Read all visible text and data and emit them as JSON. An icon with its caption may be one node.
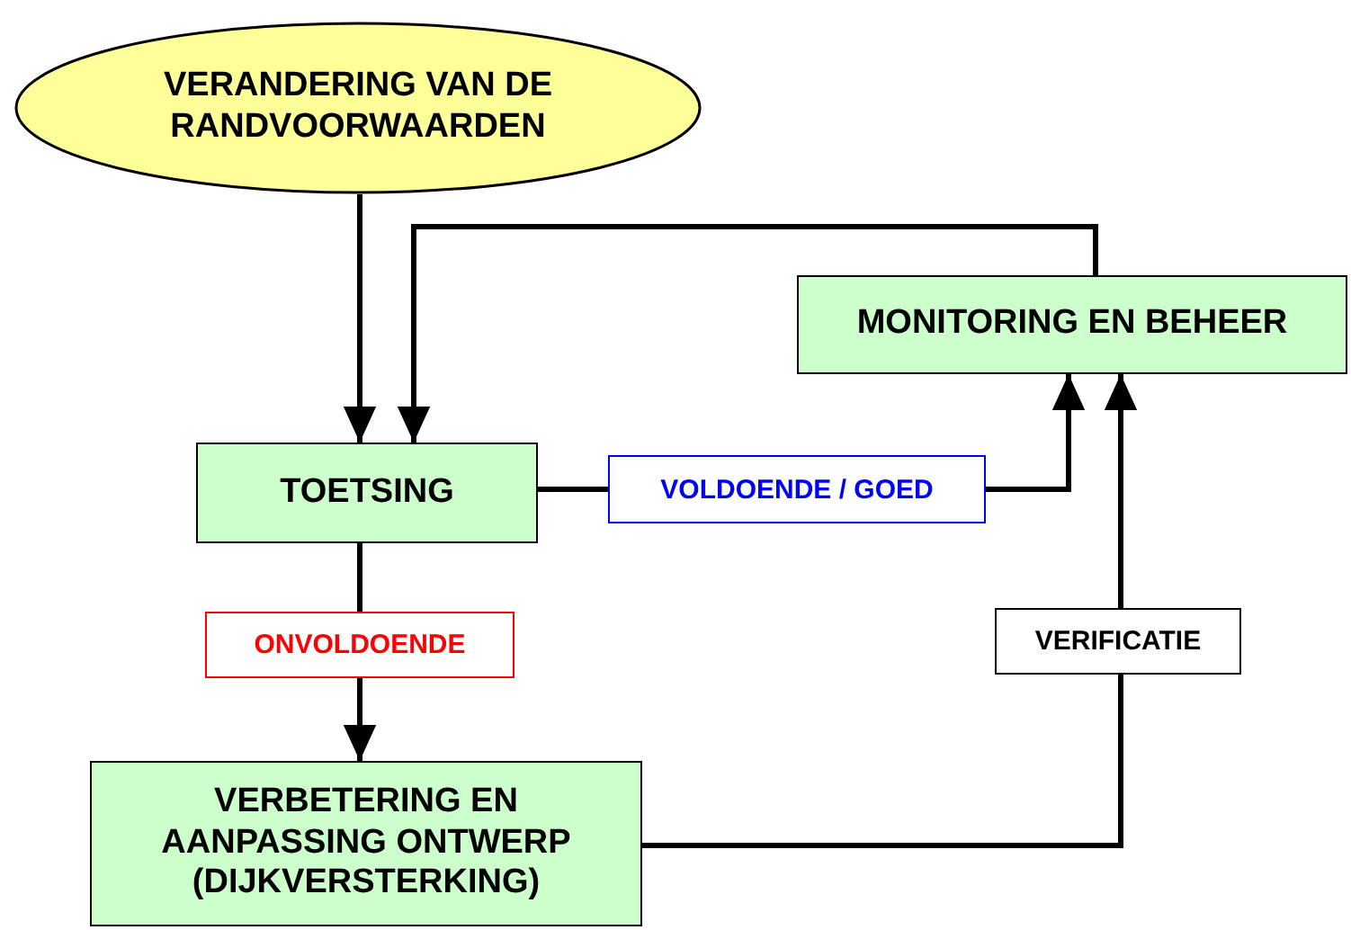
{
  "diagram": {
    "nodes": [
      {
        "text": [
          "VERANDERING VAN DE RANDVOORWAARDEN"
        ]
      },
      {
        "text": [
          "MONITORING EN BEHEER"
        ]
      },
      {
        "text": [
          "TOETSING"
        ]
      },
      {
        "text": [
          "VERBETERING EN AANPASSING ONTWERP (DIJKVERSTERKING)"
        ]
      }
    ],
    "edges": [
      {
        "from": 0,
        "to": 2,
        "arrow": "to"
      },
      {
        "from": 1,
        "to": 2,
        "arrow": "to"
      },
      {
        "from": 2,
        "to": 1,
        "arrow": "to",
        "label": "VOLDOENDE / GOED"
      },
      {
        "from": 2,
        "to": 3,
        "arrow": "to",
        "label": "ONVOLDOENDE"
      },
      {
        "from": 3,
        "to": 1,
        "arrow": "to",
        "label": "VERIFICATIE"
      }
    ]
  }
}
